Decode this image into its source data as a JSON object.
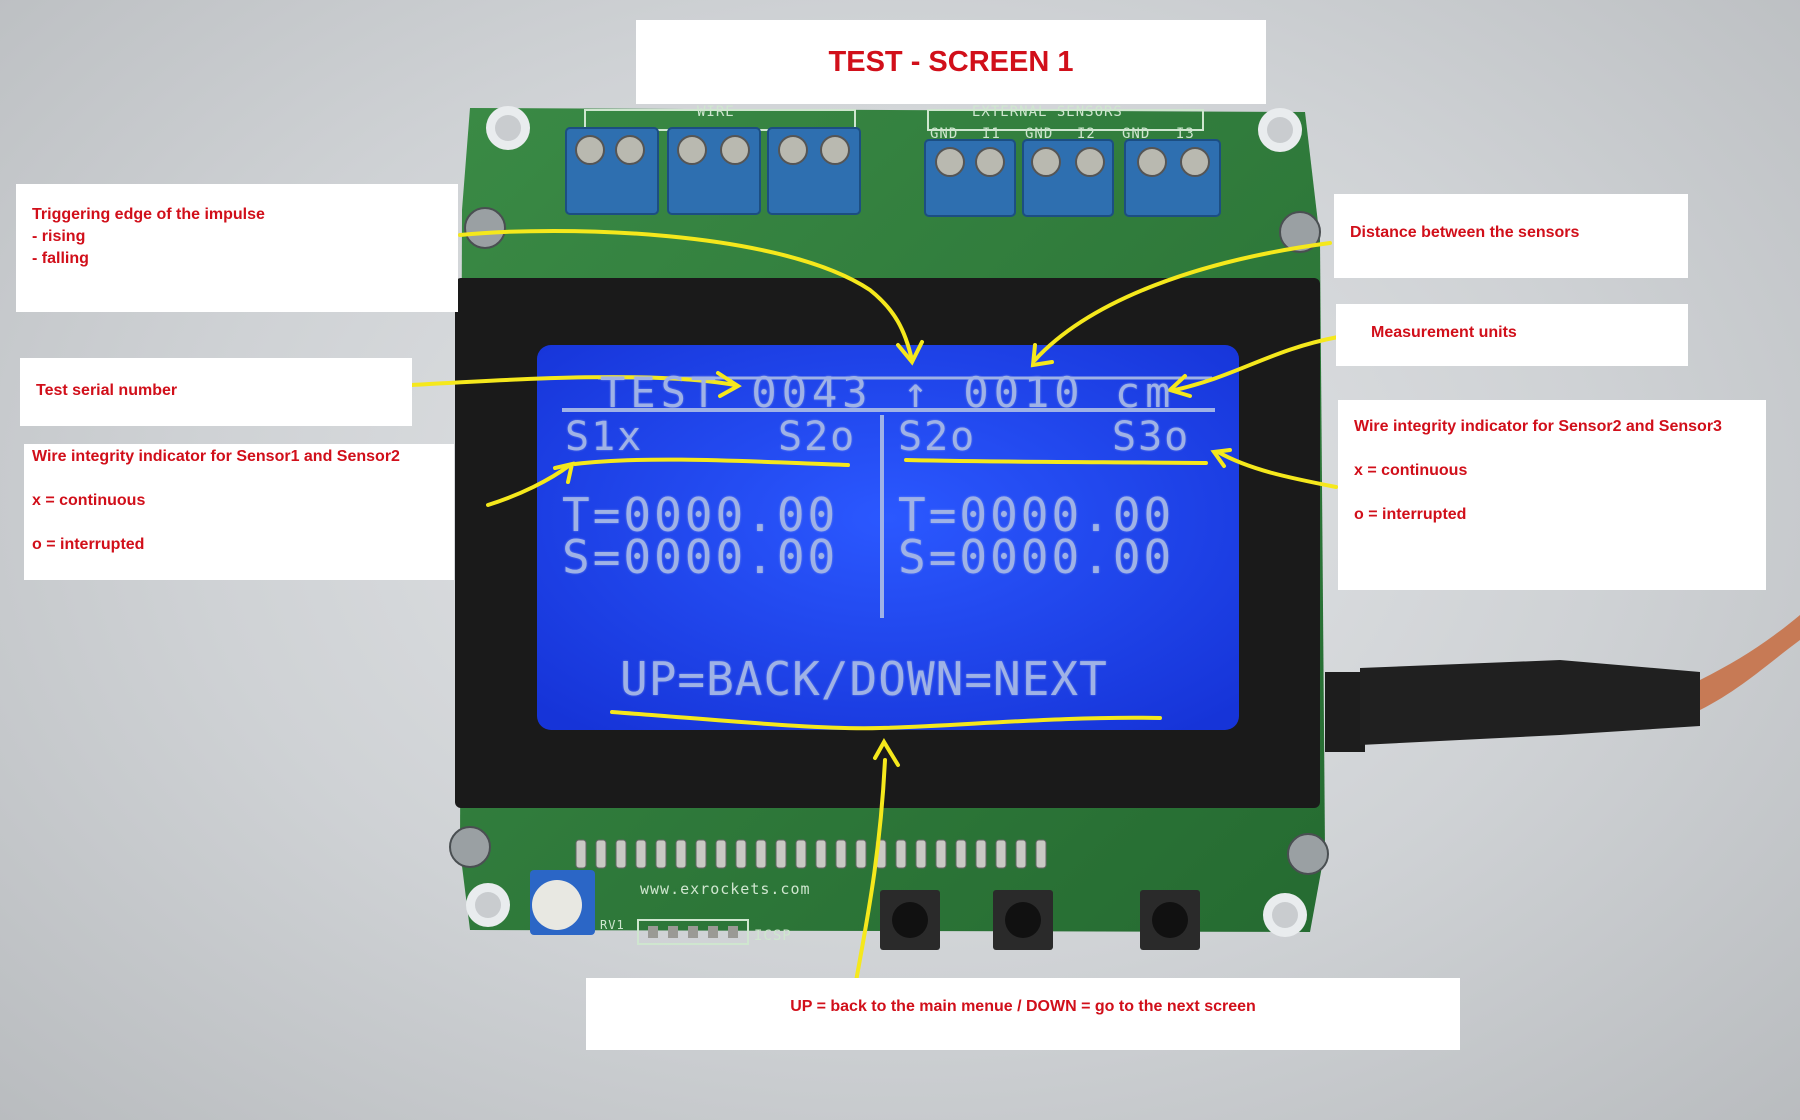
{
  "title": "TEST - SCREEN 1",
  "lcd": {
    "header": "TEST 0043 ↑ 0010 cm",
    "left": {
      "label_a": "S1x",
      "label_b": "S2o",
      "time": "T=0000.00",
      "speed": "S=0000.00"
    },
    "right": {
      "label_a": "S2o",
      "label_b": "S3o",
      "time": "T=0000.00",
      "speed": "S=0000.00"
    },
    "footer": "UP=BACK/DOWN=NEXT"
  },
  "board": {
    "wire_label": "WIRE",
    "external_label": "EXTERNAL SENSORS",
    "terminal_labels": [
      "GND",
      "I1",
      "GND",
      "I2",
      "GND",
      "I3"
    ],
    "website": "www.exrockets.com",
    "icsp": "ICSP",
    "rv": "RV1"
  },
  "annotations": {
    "trigger_edge": "Triggering edge of the impulse\n- rising\n- falling",
    "distance": "Distance between the sensors",
    "units": "Measurement units",
    "serial": "Test serial number",
    "wire12": "Wire integrity indicator for Sensor1 and Sensor2\n\nx = continuous\n\no = interrupted",
    "wire23": "Wire integrity indicator for Sensor2 and Sensor3\n\nx = continuous\n\no = interrupted",
    "buttons": "UP = back to the main menue / DOWN = go to the next screen"
  },
  "colors": {
    "annotation_text": "#d10f1a",
    "lcd_background": "#1a3fe8",
    "lcd_text": "#9fb2e6",
    "pcb": "#2f7a3a",
    "arrow": "#f5e81c"
  }
}
